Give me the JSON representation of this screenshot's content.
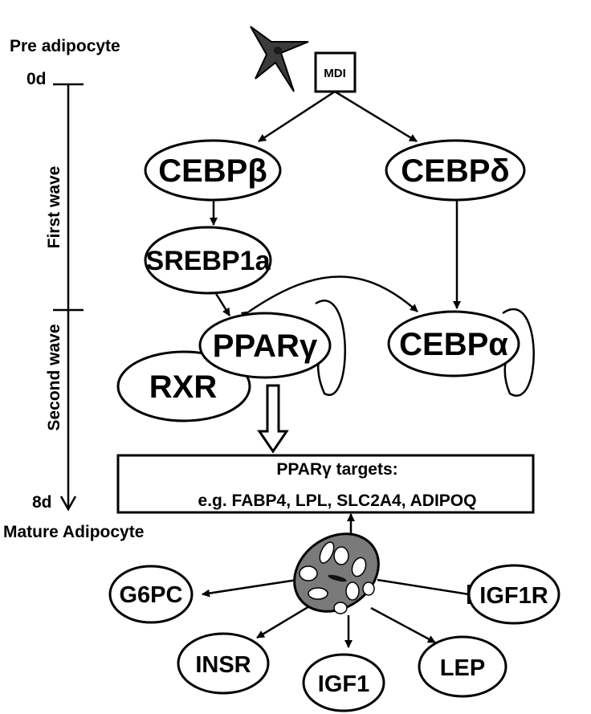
{
  "stages": {
    "top": "Pre adipocyte",
    "bottom": "Mature Adipocyte"
  },
  "timeline": {
    "start": "0d",
    "end": "8d",
    "phase1": "First wave",
    "phase2": "Second wave"
  },
  "stimulus": {
    "label": "MDI"
  },
  "nodes": {
    "cebpb": "CEBPβ",
    "cebpd": "CEBPδ",
    "srebp1a": "SREBP1a",
    "pparg": "PPARγ",
    "rxr": "RXR",
    "cebpa": "CEBPα",
    "g6pc": "G6PC",
    "igf1r": "IGF1R",
    "insr": "INSR",
    "igf1": "IGF1",
    "lep": "LEP"
  },
  "targets_box": {
    "title": "PPARγ targets:",
    "examples": "e.g. FABP4, LPL, SLC2A4, ADIPOQ"
  },
  "colors": {
    "ink": "#000000",
    "cell_fill": "#7a7a7a",
    "starburst_fill": "#3b3b3b"
  }
}
